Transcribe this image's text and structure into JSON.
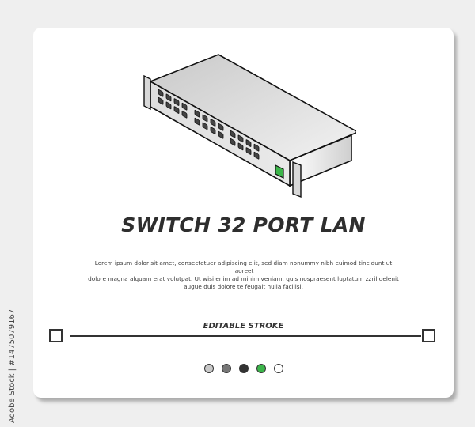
{
  "card": {
    "title": "SWITCH 32 PORT LAN",
    "description_lines": [
      "Lorem ipsum dolor sit amet, consectetuer adipiscing elit, sed diam nonummy nibh euimod tincidunt ut",
      "laoreet",
      "dolore magna alquam erat volutpat. Ut wisi enim ad minim veniam, quis nospraesent luptatum zzril delenit",
      "augue duis dolore te feugait nulla facilisi."
    ],
    "stroke_label": "EDITABLE STROKE",
    "illustration": {
      "icon": "network-switch-icon",
      "port_count": 24,
      "status_led_color": "#3cb54a"
    },
    "swatches": [
      {
        "name": "light-gray",
        "color": "#c8c8c8"
      },
      {
        "name": "medium-gray",
        "color": "#777777"
      },
      {
        "name": "dark-gray",
        "color": "#333333"
      },
      {
        "name": "green",
        "color": "#3cb54a"
      },
      {
        "name": "white",
        "color": "#ffffff"
      }
    ]
  },
  "watermark": {
    "text": "Adobe Stock | #1475079167"
  }
}
